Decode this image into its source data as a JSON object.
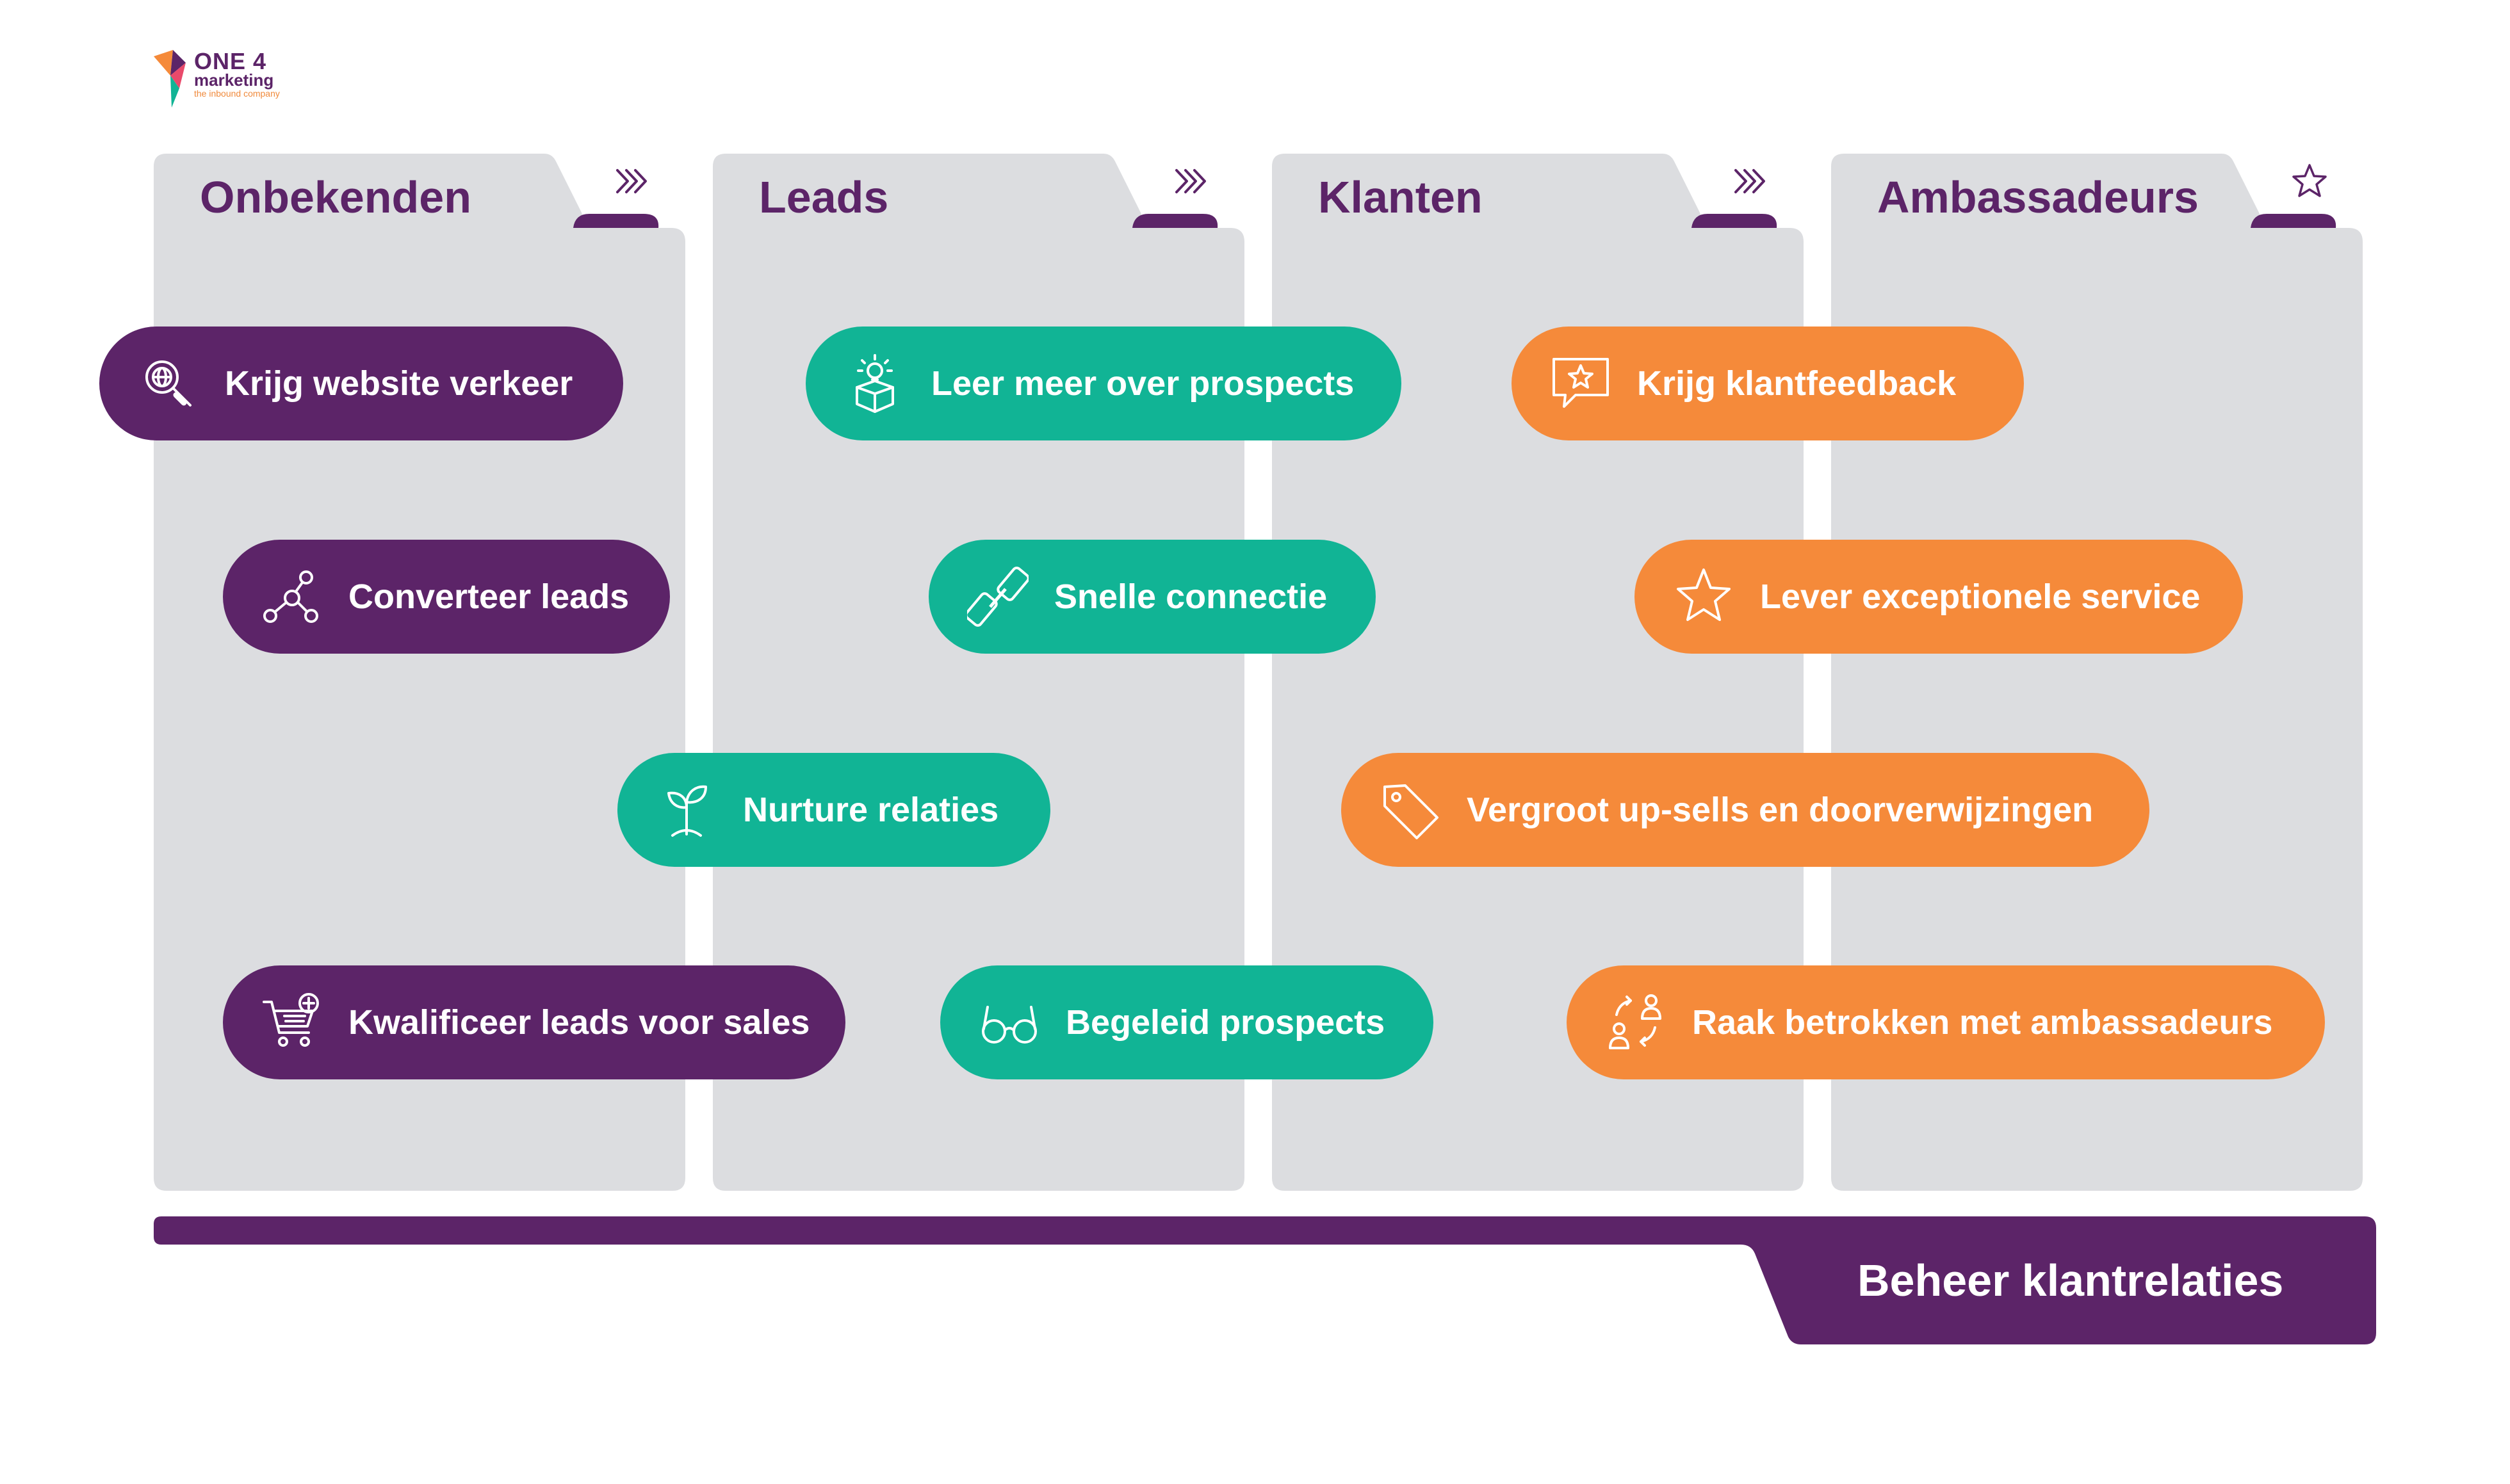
{
  "colors": {
    "purple": "#5c2468",
    "green": "#11b495",
    "orange": "#f58a3a",
    "folder_gray": "#dcdde0"
  },
  "logo": {
    "title": "ONE 4",
    "subtitle": "marketing",
    "tagline": "the inbound company"
  },
  "columns": [
    {
      "title": "Onbekenden",
      "icon": "chevrons-right-icon"
    },
    {
      "title": "Leads",
      "icon": "chevrons-right-icon"
    },
    {
      "title": "Klanten",
      "icon": "chevrons-right-icon"
    },
    {
      "title": "Ambassadeurs",
      "icon": "star-outline-icon"
    }
  ],
  "pills": [
    {
      "label": "Krijg website verkeer",
      "color": "purple",
      "icon": "globe-search-icon"
    },
    {
      "label": "Converteer leads",
      "color": "purple",
      "icon": "network-nodes-icon"
    },
    {
      "label": "Kwalificeer leads voor sales",
      "color": "purple",
      "icon": "shopping-cart-plus-icon"
    },
    {
      "label": "Leer meer over prospects",
      "color": "green",
      "icon": "lightbulb-box-icon"
    },
    {
      "label": "Snelle connectie",
      "color": "green",
      "icon": "chain-link-icon"
    },
    {
      "label": "Nurture relaties",
      "color": "green",
      "icon": "sprout-icon"
    },
    {
      "label": "Begeleid prospects",
      "color": "green",
      "icon": "glasses-icon"
    },
    {
      "label": "Krijg klantfeedback",
      "color": "orange",
      "icon": "star-speech-bubble-icon"
    },
    {
      "label": "Lever exceptionele service",
      "color": "orange",
      "icon": "star-icon"
    },
    {
      "label": "Vergroot up-sells en doorverwijzingen",
      "color": "orange",
      "icon": "price-tag-icon"
    },
    {
      "label": "Raak betrokken met ambassadeurs",
      "color": "orange",
      "icon": "people-exchange-icon"
    }
  ],
  "bottom_bar": {
    "label": "Beheer klantrelaties"
  }
}
